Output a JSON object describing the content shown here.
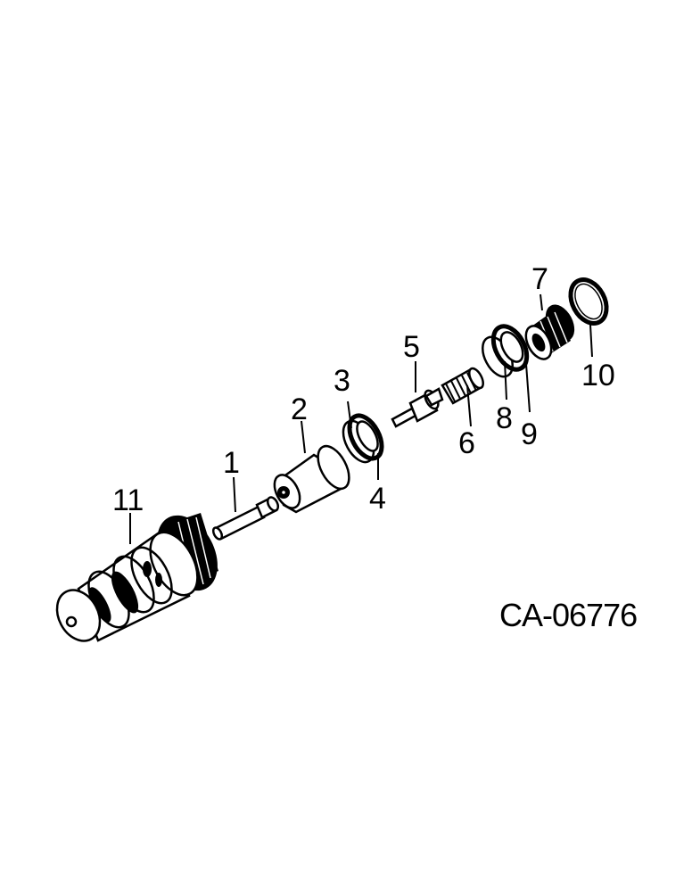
{
  "diagram": {
    "reference_code": "CA-06776",
    "callouts": [
      {
        "id": "1",
        "label": "1"
      },
      {
        "id": "2",
        "label": "2"
      },
      {
        "id": "3",
        "label": "3"
      },
      {
        "id": "4",
        "label": "4"
      },
      {
        "id": "5",
        "label": "5"
      },
      {
        "id": "6",
        "label": "6"
      },
      {
        "id": "7",
        "label": "7"
      },
      {
        "id": "8",
        "label": "8"
      },
      {
        "id": "9",
        "label": "9"
      },
      {
        "id": "10",
        "label": "10"
      },
      {
        "id": "11",
        "label": "11"
      }
    ],
    "colors": {
      "ink": "#000000",
      "paper": "#ffffff"
    }
  }
}
